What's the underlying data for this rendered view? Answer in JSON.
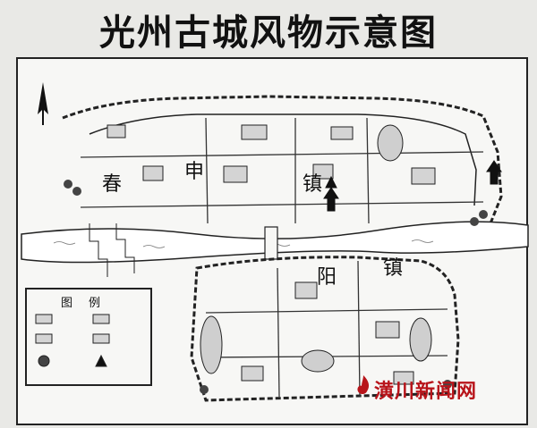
{
  "title": "光州古城风物示意图",
  "districts": {
    "chun": "春",
    "shen": "申",
    "zhen_north": "镇",
    "yang": "阳",
    "zhen_south": "镇"
  },
  "legend": {
    "title": "图例"
  },
  "watermark": {
    "text": "潢川新闻网",
    "color": "#b8141a"
  },
  "colors": {
    "ink": "#111111",
    "paper": "#f7f7f5",
    "river": "#ffffff"
  },
  "icons": [
    "north-arrow-icon",
    "pagoda-icon",
    "tree-icon",
    "flame-logo-icon"
  ]
}
